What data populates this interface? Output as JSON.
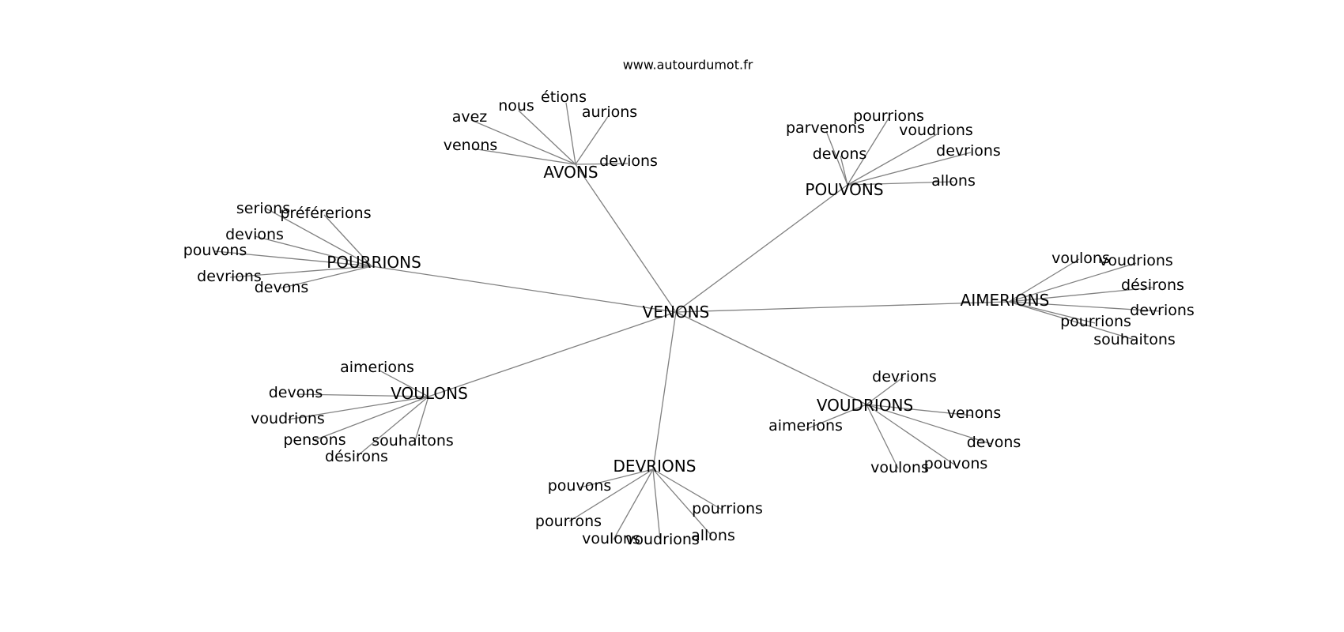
{
  "watermark": "www.autourdumot.fr",
  "center": "VENONS",
  "clusters": [
    {
      "hub": "AVONS",
      "leaves": [
        "avez",
        "nous",
        "étions",
        "aurions",
        "venons",
        "devions"
      ]
    },
    {
      "hub": "POUVONS",
      "leaves": [
        "pourrions",
        "parvenons",
        "voudrions",
        "devons",
        "devrions",
        "allons"
      ]
    },
    {
      "hub": "POURRIONS",
      "leaves": [
        "serions",
        "préférerions",
        "devions",
        "pouvons",
        "devrions",
        "devons"
      ]
    },
    {
      "hub": "AIMERIONS",
      "leaves": [
        "voulons",
        "voudrions",
        "désirons",
        "devrions",
        "pourrions",
        "souhaitons"
      ]
    },
    {
      "hub": "VOULONS",
      "leaves": [
        "aimerions",
        "devons",
        "voudrions",
        "pensons",
        "souhaitons",
        "désirons"
      ]
    },
    {
      "hub": "VOUDRIONS",
      "leaves": [
        "devrions",
        "venons",
        "aimerions",
        "devons",
        "pouvons",
        "voulons"
      ]
    },
    {
      "hub": "DEVRIONS",
      "leaves": [
        "pouvons",
        "pourrions",
        "pourrons",
        "allons",
        "voulons",
        "voudrions"
      ]
    }
  ]
}
